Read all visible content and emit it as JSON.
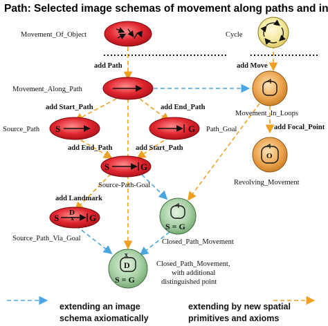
{
  "title": "Path: Selected image schemas of movement along paths and in loops",
  "nodes": {
    "movement_of_object": "Movement_Of_Object",
    "cycle": "Cycle",
    "movement_along_path": "Movement_Along_Path",
    "movement_in_loops": "Movement_In_Loops",
    "source_path": "Source_Path",
    "path_goal": "Path_Goal",
    "revolving_movement": "Revolving_Movement",
    "source_path_goal": "Source-Path-Goal",
    "source_path_via_goal": "Source_Path_Via_Goal",
    "closed_path_movement": "Closed_Path_Movement",
    "closed_path_movement_point_1": "Closed_Path_Movement,",
    "closed_path_movement_point_2": "with additional",
    "closed_path_movement_point_3": "distinguished point"
  },
  "edge_labels": {
    "add_path": "add Path",
    "add_move": "add Move",
    "add_start_path_left": "add Start_Path",
    "add_end_path_right": "add End_Path",
    "add_end_path_left": "add End_Path",
    "add_start_path_right": "add Start_Path",
    "add_focal_point": "add Focal_Point",
    "add_landmark": "add Landmark"
  },
  "glyphs": {
    "s": "S",
    "g": "G",
    "d": "D",
    "o": "O",
    "x": "x",
    "s_eq_g": "S = G"
  },
  "legend": {
    "blue_line1": "extending an image",
    "blue_line2": "schema axiomatically",
    "orange_line1": "extending by new spatial",
    "orange_line2": "primitives and axioms"
  },
  "colors": {
    "red_node": "#e0262f",
    "yellow_node": "#f3e79a",
    "orange_node": "#e8a24a",
    "green_node": "#a6cfa4",
    "blue_arrow": "#4aa6e0",
    "orange_arrow": "#f0a020"
  }
}
